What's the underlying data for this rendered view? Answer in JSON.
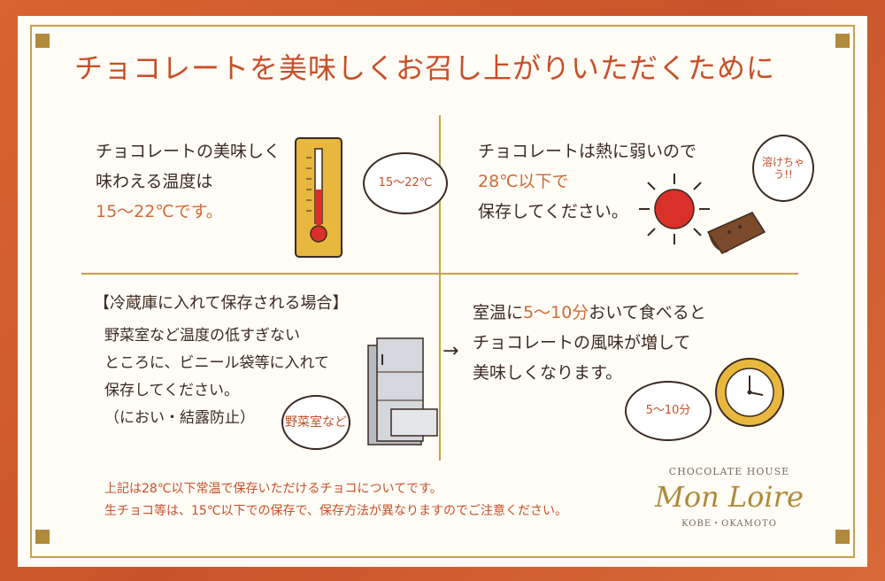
{
  "title": "チョコレートを美味しくお召し上がりいただくために",
  "sec1": {
    "line1": "チョコレートの美味しく",
    "line2": "味わえる温度は",
    "line3": "15～22℃です。",
    "bubble": "15～22℃"
  },
  "sec2": {
    "line1": "チョコレートは熱に弱いので",
    "line2": "28℃以下で",
    "line3": "保存してください。",
    "bubble": "溶けちゃう!!"
  },
  "sec3": {
    "heading": "【冷蔵庫に入れて保存される場合】",
    "line1": "野菜室など温度の低すぎない",
    "line2": "ところに、ビニール袋等に入れて",
    "line3": "保存してください。",
    "line4": "（におい・結露防止）",
    "bubble": "野菜室など"
  },
  "sec4": {
    "line1": "室温に5～10分おいて食べると",
    "line2": "チョコレートの風味が増して",
    "line3": "美味しくなります。",
    "bubble": "5～10分"
  },
  "arrow": "→",
  "notes": {
    "line1": "上記は28℃以下常温で保存いただけるチョコについてです。",
    "line2": "生チョコ等は、15℃以下での保存で、保存方法が異なりますのでご注意ください。"
  },
  "brand": {
    "top": "CHOCOLATE HOUSE",
    "name": "Mon Loire",
    "bottom": "KOBE・OKAMOTO"
  },
  "colors": {
    "accent": "#c84f28",
    "gold": "#c8a247",
    "ink": "#3b2a22"
  }
}
